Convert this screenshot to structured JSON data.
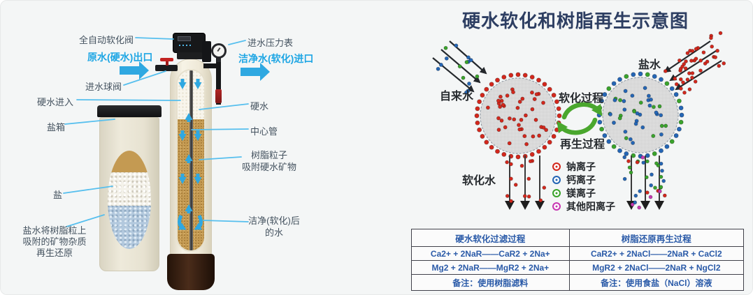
{
  "left_diagram": {
    "labels": {
      "auto_valve": "全自动软化阀",
      "raw_water_out": "原水(硬水)出口",
      "inlet_ball_valve": "进水球阀",
      "hard_water_in": "硬水进入",
      "salt_tank": "盐箱",
      "salt": "盐",
      "brine_line1": "盐水将树脂粒上",
      "brine_line2": "吸附的矿物杂质",
      "brine_line3": "再生还原",
      "inlet_pressure_gauge": "进水压力表",
      "clean_water_in": "洁净水(软化)进口",
      "hard_water": "硬水",
      "center_tube": "中心管",
      "resin_line1": "树脂粒子",
      "resin_line2": "吸附硬水矿物",
      "soft_line1": "洁净(软化)后",
      "soft_line2": "的水"
    }
  },
  "right_diagram": {
    "title": "硬水软化和树脂再生示意图",
    "labels": {
      "tap_water": "自来水",
      "softening_process": "软化过程",
      "regeneration_process": "再生过程",
      "brine": "盐水",
      "softened_water": "软化水"
    },
    "legend": [
      {
        "label": "钠离子",
        "color": "#d3281d"
      },
      {
        "label": "钙离子",
        "color": "#2566b5"
      },
      {
        "label": "镁离子",
        "color": "#3aa32c"
      },
      {
        "label": "其他阳离子",
        "color": "#c838b2"
      }
    ],
    "table": {
      "headers": [
        "硬水软化过滤过程",
        "树脂还原再生过程"
      ],
      "rows": [
        [
          "Ca2+ + 2NaR——CaR2 + 2Na+",
          "CaR2+ + 2NaCl——2NaR + CaCl2"
        ],
        [
          "Mg2 + 2NaR——MgR2 + 2Na+",
          "MgR2 + 2NaCl——2NaR + NgCl2"
        ],
        [
          "备注：使用树脂滤料",
          "备注：使用食盐（NaCl）溶液"
        ]
      ]
    }
  },
  "colors": {
    "cyan_accent": "#2fa8e1",
    "leader_line": "#56bfee",
    "label_dark": "#44525f",
    "title_navy": "#2d3e62",
    "table_blue": "#2a5aa8",
    "process_green": "#4aa72e",
    "sodium_red": "#d3281d",
    "calcium_blue": "#2566b5",
    "magnesium_green": "#3aa32c",
    "other_magenta": "#c838b2"
  }
}
